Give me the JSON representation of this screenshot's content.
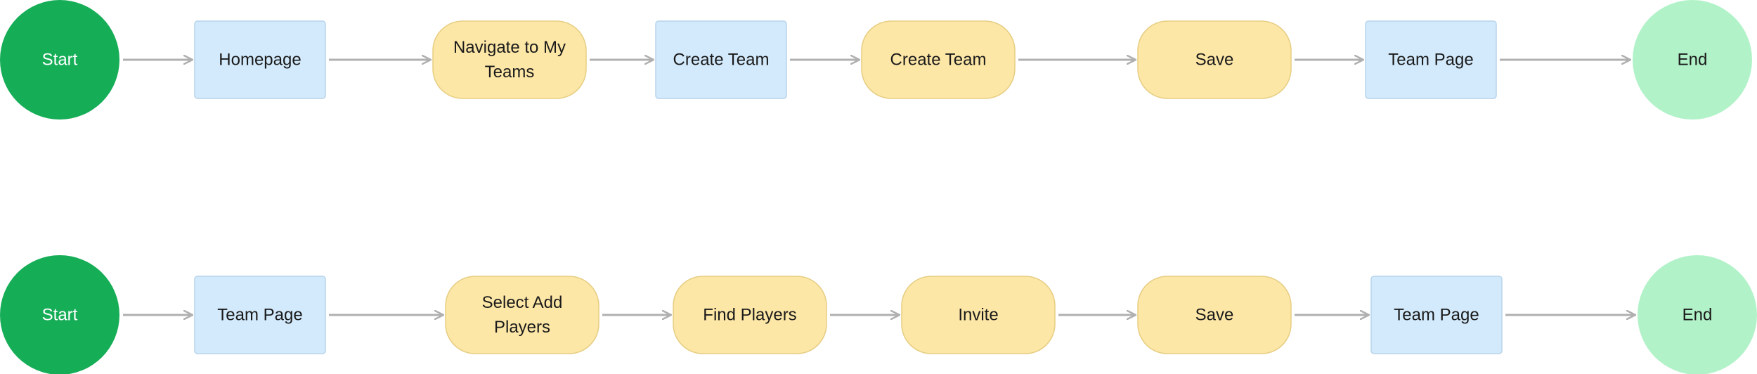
{
  "colors": {
    "start_fill": "#16ad57",
    "start_text": "#ffffff",
    "end_fill": "#b2f2c9",
    "end_text": "#1a1a1a",
    "page_fill": "#d3eafc",
    "page_stroke": "#b8d4ea",
    "action_fill": "#fde7a7",
    "action_stroke": "#e6cd82",
    "text": "#1a1a1a",
    "connector": "#b0b0b0"
  },
  "legend_note": "",
  "flows": [
    {
      "steps": [
        {
          "kind": "start",
          "label": "Start"
        },
        {
          "kind": "page",
          "lines": [
            "Homepage"
          ]
        },
        {
          "kind": "action",
          "lines": [
            "Navigate to My",
            "Teams"
          ]
        },
        {
          "kind": "page",
          "lines": [
            "Create Team"
          ]
        },
        {
          "kind": "action",
          "lines": [
            "Create Team"
          ]
        },
        {
          "kind": "action",
          "lines": [
            "Save"
          ]
        },
        {
          "kind": "page",
          "lines": [
            "Team Page"
          ]
        },
        {
          "kind": "end",
          "label": "End"
        }
      ]
    },
    {
      "steps": [
        {
          "kind": "start",
          "label": "Start"
        },
        {
          "kind": "page",
          "lines": [
            "Team Page"
          ]
        },
        {
          "kind": "action",
          "lines": [
            "Select Add",
            "Players"
          ]
        },
        {
          "kind": "action",
          "lines": [
            "Find Players"
          ]
        },
        {
          "kind": "action",
          "lines": [
            "Invite"
          ]
        },
        {
          "kind": "action",
          "lines": [
            "Save"
          ]
        },
        {
          "kind": "page",
          "lines": [
            "Team Page"
          ]
        },
        {
          "kind": "end",
          "label": "End"
        }
      ]
    }
  ]
}
